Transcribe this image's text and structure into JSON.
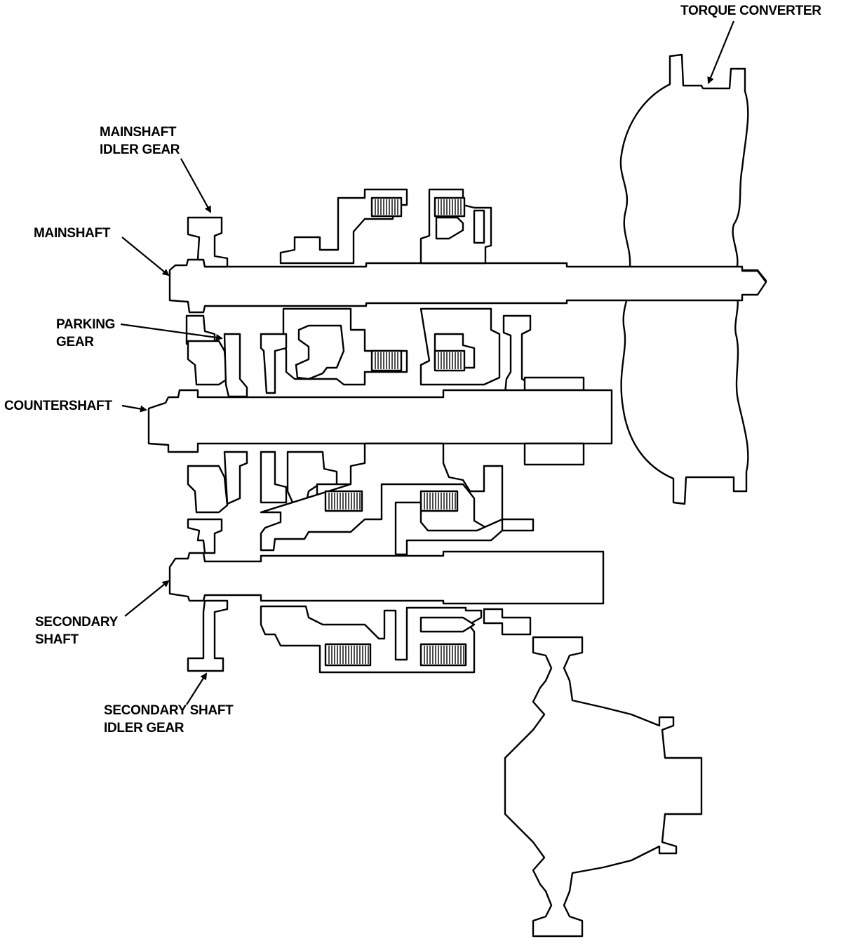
{
  "labels": {
    "torque_converter": "TORQUE CONVERTER",
    "mainshaft_idler_gear": [
      "MAINSHAFT",
      "IDLER GEAR"
    ],
    "mainshaft": "MAINSHAFT",
    "parking_gear": [
      "PARKING",
      "GEAR"
    ],
    "countershaft": "COUNTERSHAFT",
    "secondary_shaft": [
      "SECONDARY",
      "SHAFT"
    ],
    "secondary_shaft_idler_gear": [
      "SECONDARY SHAFT",
      "IDLER GEAR"
    ]
  }
}
